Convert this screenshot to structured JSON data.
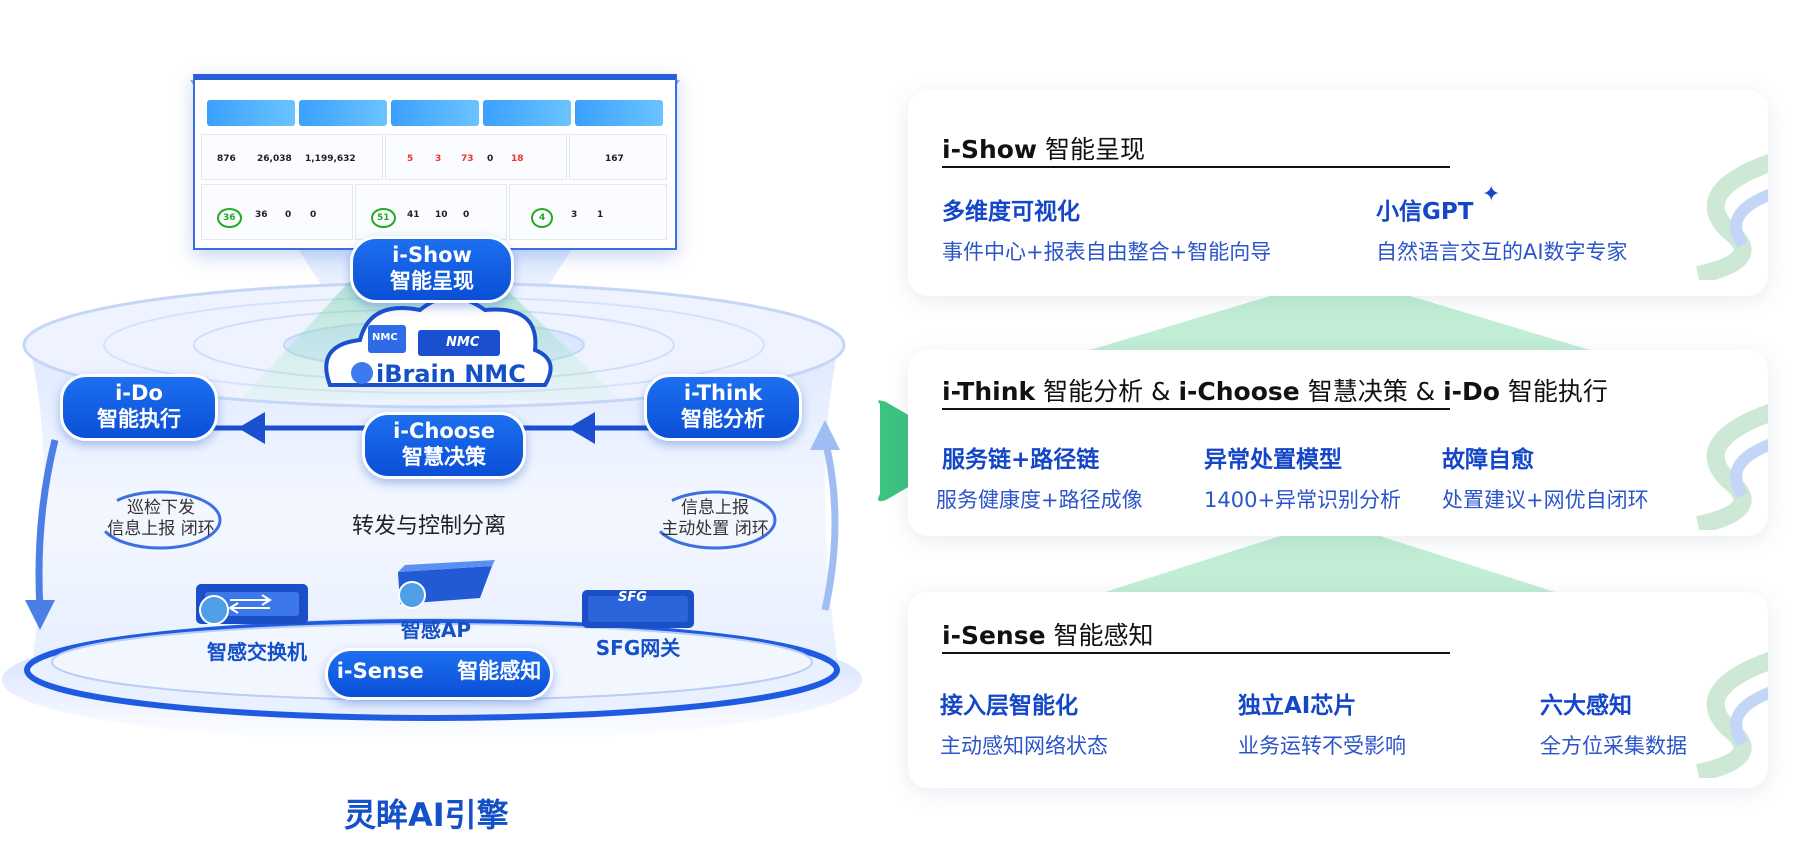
{
  "left": {
    "ishow": {
      "line1": "i-Show",
      "line2": "智能呈现"
    },
    "ido": {
      "line1": "i-Do",
      "line2": "智能执行"
    },
    "ithink": {
      "line1": "i-Think",
      "line2": "智能分析"
    },
    "ichoose": {
      "line1": "i-Choose",
      "line2": "智慧决策"
    },
    "isense": {
      "line1": "i-Sense",
      "line2": "智能感知"
    },
    "cloud_label": "iBrain NMC",
    "nmc_small": "NMC",
    "nmc_large": "NMC",
    "center_text": "转发与控制分离",
    "left_loop": {
      "line1": "巡检下发",
      "line2": "信息上报 闭环"
    },
    "right_loop": {
      "line1": "信息上报",
      "line2": "主动处置 闭环"
    },
    "devices": {
      "switch": "智感交换机",
      "ap": "智感AP",
      "sfg": "SFG网关",
      "sfg_badge": "SFG"
    },
    "engine_title": "灵眸AI引擎",
    "dashboard": {
      "stats1": [
        "876",
        "26,038",
        "1,199,632"
      ],
      "stats2": [
        "5",
        "3",
        "73",
        "0",
        "18"
      ],
      "stats3": [
        "167"
      ],
      "bottom1": [
        "36",
        "36",
        "0",
        "0"
      ],
      "bottom2": [
        "51",
        "41",
        "10",
        "0"
      ],
      "bottom3": [
        "4",
        "3",
        "1"
      ]
    }
  },
  "right": {
    "show_panel": {
      "title_bold": "i-Show",
      "title_rest": " 智能呈现",
      "items": [
        {
          "head": "多维度可视化",
          "sub": "事件中心+报表自由整合+智能向导"
        },
        {
          "head": "小信GPT",
          "sub": "自然语言交互的AI数字专家"
        }
      ]
    },
    "think_panel": {
      "t1_bold": "i-Think",
      "t1_rest": " 智能分析 & ",
      "t2_bold": "i-Choose",
      "t2_rest": " 智慧决策 & ",
      "t3_bold": "i-Do",
      "t3_rest": " 智能执行",
      "items": [
        {
          "head": "服务链+路径链",
          "sub": "服务健康度+路径成像"
        },
        {
          "head": "异常处置模型",
          "sub": "1400+异常识别分析"
        },
        {
          "head": "故障自愈",
          "sub": "处置建议+网优自闭环"
        }
      ]
    },
    "sense_panel": {
      "title_bold": "i-Sense",
      "title_rest": " 智能感知",
      "items": [
        {
          "head": "接入层智能化",
          "sub": "主动感知网络状态"
        },
        {
          "head": "独立AI芯片",
          "sub": "业务运转不受影响"
        },
        {
          "head": "六大感知",
          "sub": "全方位采集数据"
        }
      ]
    }
  }
}
